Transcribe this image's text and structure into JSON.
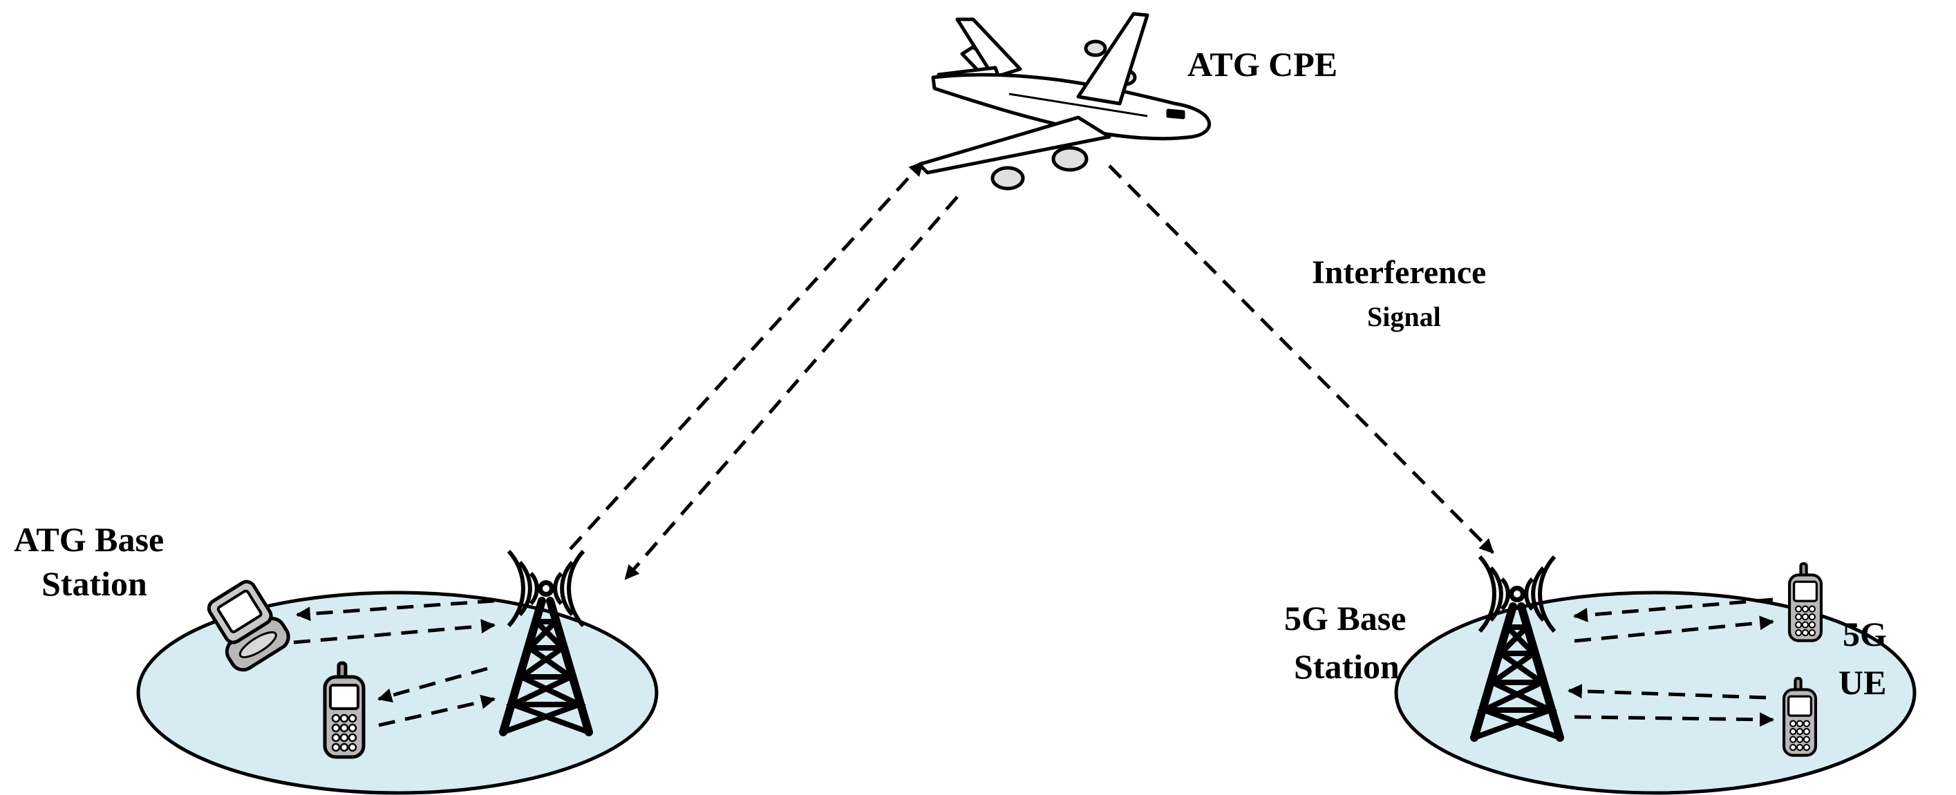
{
  "labels": {
    "atg_cpe": "ATG CPE",
    "interference_line1": "Interference",
    "interference_line2": "Signal",
    "atg_bs_line1": "ATG Base",
    "atg_bs_line2": "Station",
    "g5_bs_line1": "5G Base",
    "g5_bs_line2": "Station",
    "g5_ue_line1": "5G",
    "g5_ue_line2": "UE"
  },
  "colors": {
    "cell_fill": "#d6ecf2",
    "stroke": "#000000",
    "device_body": "#b8b8b8",
    "device_screen": "#ffffff"
  },
  "icons": {
    "aircraft": "airplane-icon",
    "tower": "antenna-tower-icon",
    "flip_phone": "flip-phone-icon",
    "handset": "mobile-handset-icon"
  }
}
